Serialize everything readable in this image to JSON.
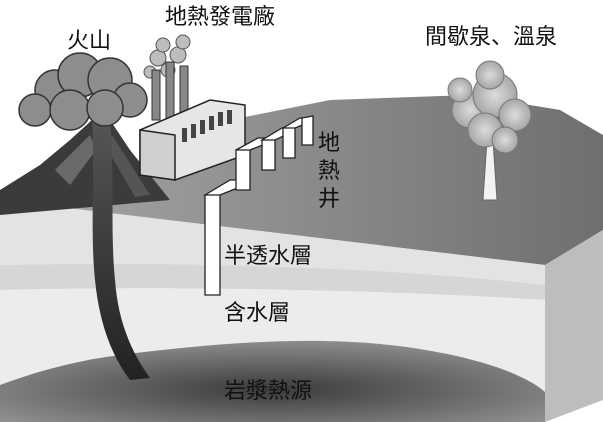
{
  "labels": {
    "volcano": "火山",
    "power_plant": "地熱發電廠",
    "geyser_spring": "間歇泉、溫泉",
    "geothermal_well": [
      "地",
      "熱",
      "井"
    ],
    "semi_permeable_layer": "半透水層",
    "aquifer": "含水層",
    "magma_heat_source": "岩漿熱源"
  }
}
